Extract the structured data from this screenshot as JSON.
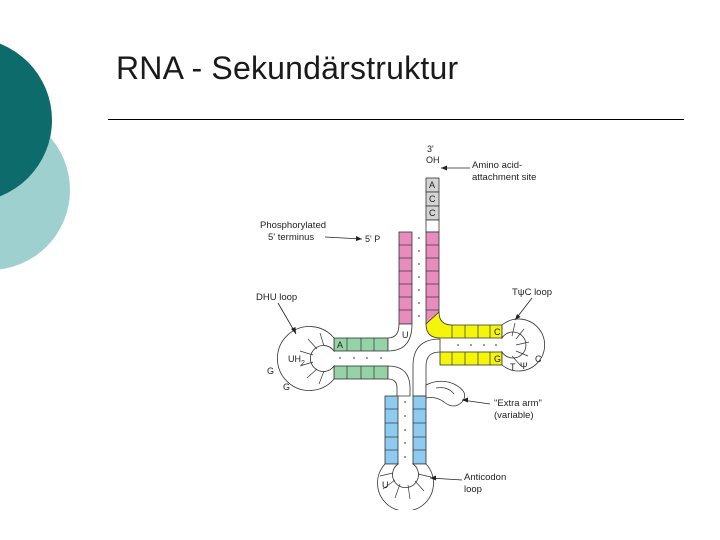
{
  "slide": {
    "title": "RNA - Sekundärstruktur"
  },
  "colors": {
    "decor_dark": "#0d6b6b",
    "decor_light": "#9fd0d0",
    "acceptor_stem": "#e88bbd",
    "acceptor_tail": "#cfcfcf",
    "tpsic_arm": "#f5f50a",
    "dhu_arm": "#95d2a6",
    "anticodon_arm": "#8ecbf0"
  },
  "diagram": {
    "three_prime": "3'",
    "oh": "OH",
    "cca": [
      "A",
      "C",
      "C"
    ],
    "five_prime_p": "5' P",
    "labels": {
      "amino_acid_1": "Amino acid-",
      "amino_acid_2": "attachment site",
      "phosphorylated_1": "Phosphorylated",
      "phosphorylated_2": "5' terminus",
      "dhu_loop": "DHU loop",
      "tpsic_loop": "TψC loop",
      "extra_arm_1": "\"Extra arm\"",
      "extra_arm_2": "(variable)",
      "anticodon_1": "Anticodon",
      "anticodon_2": "loop"
    },
    "bases": {
      "uh2": "UH",
      "uh2_sub": "2",
      "dhu_a": "A",
      "dhu_g1": "G",
      "dhu_g2": "G",
      "junction_u": "U",
      "tpsic_c": "C",
      "tpsic_g": "G",
      "loop_t": "T",
      "loop_psi": "Ψ",
      "loop_c": "C",
      "anticodon_u": "U"
    }
  }
}
